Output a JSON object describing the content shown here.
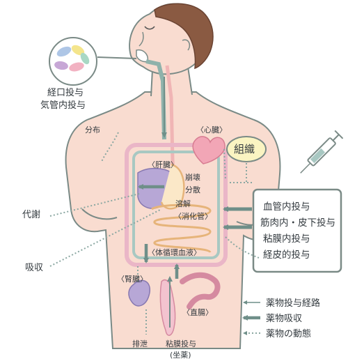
{
  "labels": {
    "oral": "経口投与",
    "inhalation": "気管内投与",
    "distribution": "分布",
    "heart": "〈心臓〉",
    "tissue": "組織",
    "liver": "〈肝臓〉",
    "decay": "崩壊",
    "dispersion": "分散",
    "dissolution": "溶解",
    "gi_tract": "〈消化管〉",
    "circulation": "〈体循環血液〉",
    "metabolism": "代謝",
    "absorption": "吸収",
    "kidney": "〈腎臓〉",
    "rectum": "〈直腸〉",
    "excretion": "排泄",
    "rectal_admin": "粘膜投与",
    "suppository": "(坐薬)"
  },
  "admin_routes": [
    "血管内投与",
    "筋肉内・皮下投与",
    "粘膜内投与",
    "経皮的投与"
  ],
  "legend": [
    {
      "label": "薬物投与経路",
      "style": "thin-arrow"
    },
    {
      "label": "薬物吸収",
      "style": "thick-arrow"
    },
    {
      "label": "薬物の動態",
      "style": "dotted-arrow"
    }
  ],
  "colors": {
    "skin": "#f9dcd0",
    "outline": "#7a8a86",
    "hair": "#8a5a42",
    "tissue_fill": "#faf4c2",
    "liver": "#b7a7d6",
    "heart": "#f2a6b6",
    "circulation_frame": "#a8c8c2",
    "arrow": "#6f8f89",
    "text": "#333a3f"
  },
  "icons": [
    "pills-icon",
    "syringe-icon"
  ]
}
